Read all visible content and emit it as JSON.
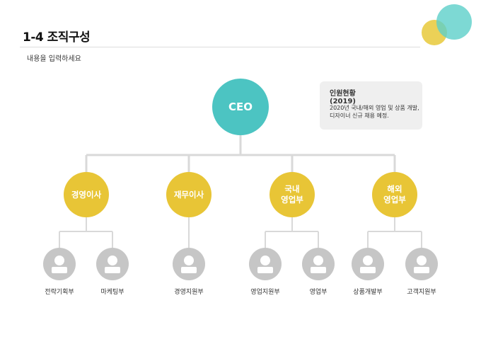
{
  "header": {
    "title": "1-4 조직구성",
    "subtitle": "내용을 입력하세요"
  },
  "org": {
    "ceo": "CEO",
    "executives": [
      {
        "label": "경영이사"
      },
      {
        "label": "재무이사"
      },
      {
        "label": "국내\n영업부"
      },
      {
        "label": "해외\n영업부"
      }
    ],
    "departments": [
      {
        "label": "전략기획부"
      },
      {
        "label": "마케팅부"
      },
      {
        "label": "경영지원부"
      },
      {
        "label": "영업지원부"
      },
      {
        "label": "영업부"
      },
      {
        "label": "상품개발부"
      },
      {
        "label": "고객지원부"
      }
    ]
  },
  "info": {
    "title": "인원현황\n(2019)",
    "text": "2020년 국내/해외 영업 및 상품 개발, 디자이너 신규 채용 예정."
  },
  "colors": {
    "ceo": "#4cc4c2",
    "executive": "#e8c536",
    "person": "#c6c6c6",
    "connector": "#d9d9d9",
    "deco_yellow": "#e8c93a",
    "deco_teal": "#5ccfc9"
  },
  "icons": {
    "person": "person-icon"
  }
}
